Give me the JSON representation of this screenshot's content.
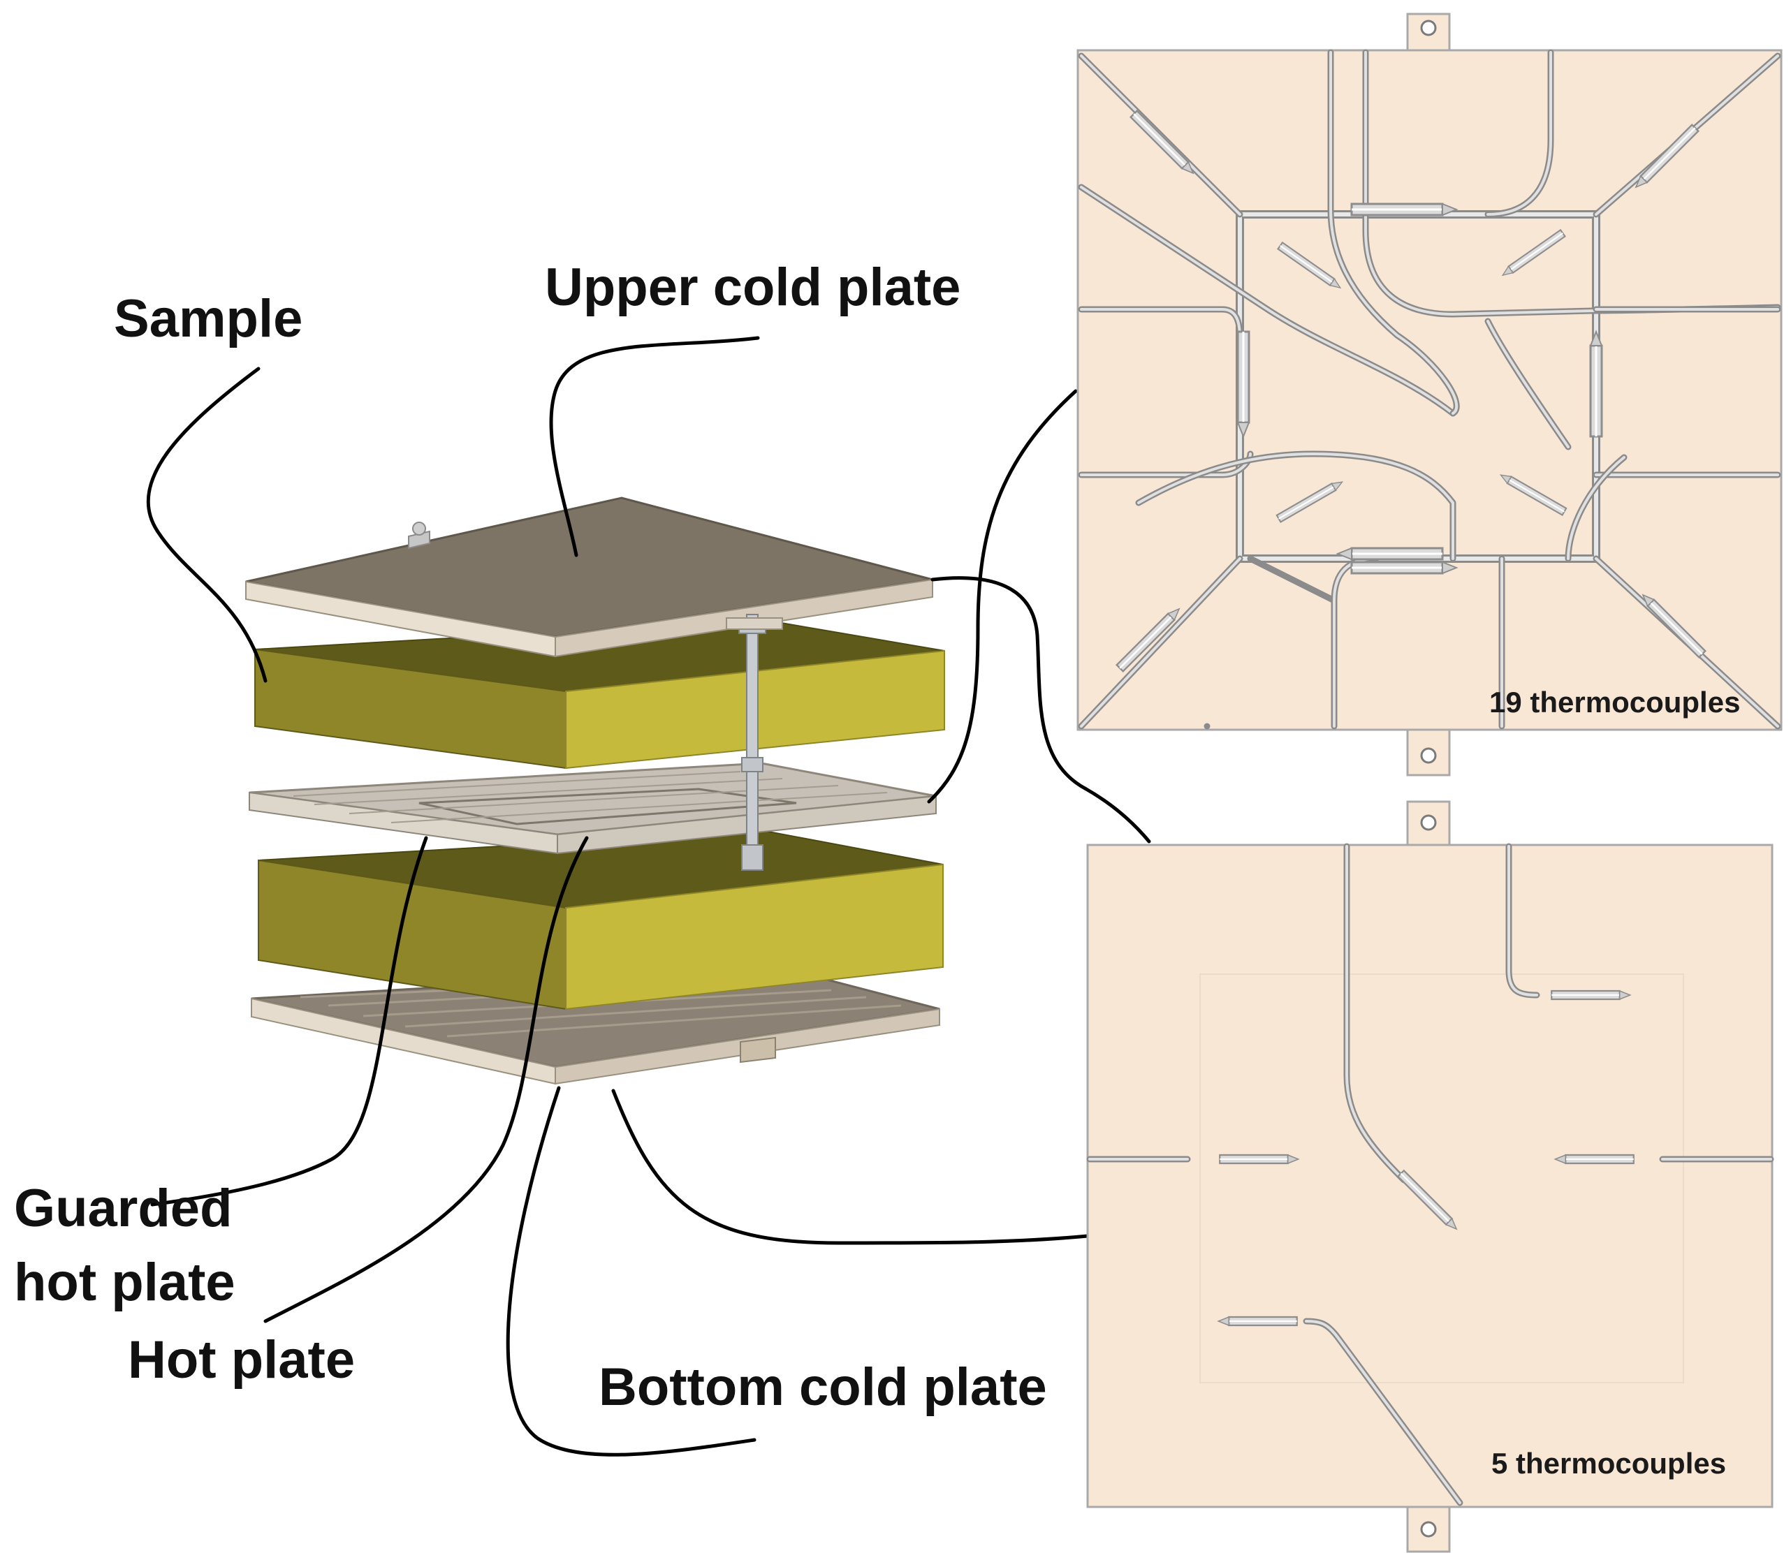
{
  "labels": {
    "sample": "Sample",
    "upper_cold_plate": "Upper cold plate",
    "guarded_hot_plate_line1": "Guarded",
    "guarded_hot_plate_line2": "hot plate",
    "hot_plate": "Hot plate",
    "bottom_cold_plate": "Bottom cold plate"
  },
  "panels": {
    "top_plate_caption": "19 thermocouples",
    "bottom_plate_caption": "5 thermocouples"
  },
  "colors": {
    "sample": "#c3b83a",
    "sample_dark": "#6e6a1e",
    "cold_plate": "#837a6c",
    "plate_edge": "#d8cfc0",
    "panel_fill": "#f9e7d6",
    "panel_border": "#a9a9a9"
  }
}
